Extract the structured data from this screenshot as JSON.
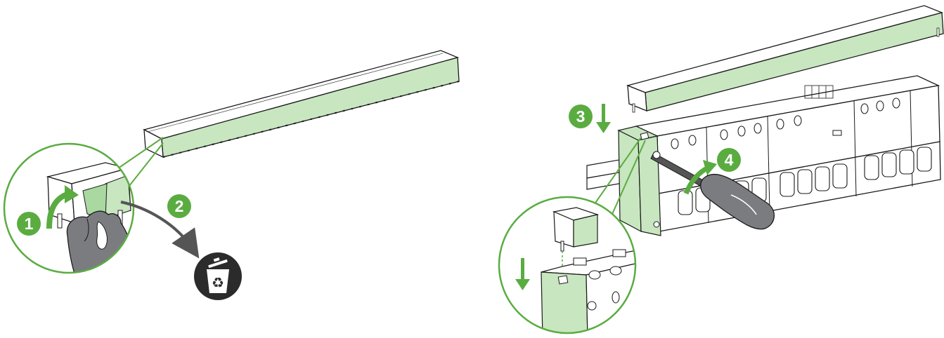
{
  "steps": [
    {
      "number": "1",
      "action": "peel-film"
    },
    {
      "number": "2",
      "action": "discard-film"
    },
    {
      "number": "3",
      "action": "place-cover"
    },
    {
      "number": "4",
      "action": "tighten-screw"
    }
  ],
  "icons": {
    "recycle_bin": "recycle-bin-icon",
    "screwdriver": "screwdriver-icon",
    "hand": "hand-icon"
  },
  "colors": {
    "accent_green": "#5aac41",
    "part_green": "#c8e6c0",
    "film_green": "#a9d8a0",
    "line": "#1a1a1a",
    "arrow_gray": "#555555",
    "glove_gray": "#7b7c80",
    "bin_dark": "#2b2b2b"
  }
}
